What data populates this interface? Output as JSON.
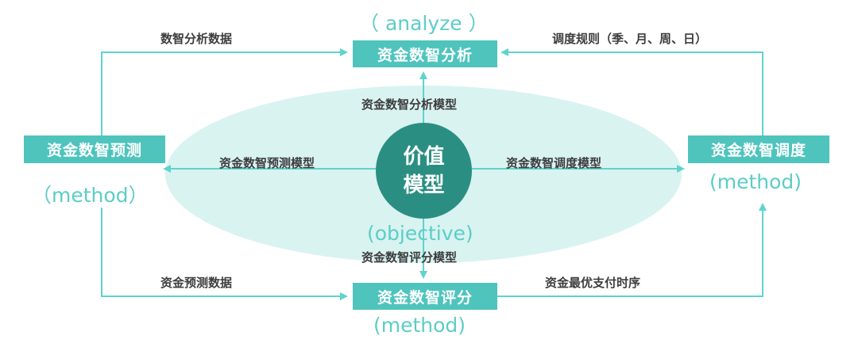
{
  "nodes": {
    "analyze": {
      "label": "资金数智分析",
      "tag": "（ analyze ）"
    },
    "forecast": {
      "label": "资金数智预测",
      "tag": "（method）"
    },
    "schedule": {
      "label": "资金数智调度",
      "tag": "(method)"
    },
    "score": {
      "label": "资金数智评分",
      "tag": "(method)"
    }
  },
  "center": {
    "line1": "价值",
    "line2": "模型",
    "tag": "(objective)"
  },
  "models": {
    "analyze": "资金数智分析模型",
    "forecast": "资金数智预测模型",
    "schedule": "资金数智调度模型",
    "score": "资金数智评分模型"
  },
  "flows": {
    "top_left": "数智分析数据",
    "top_right": "调度规则（季、月、周、日）",
    "bottom_left": "资金预测数据",
    "bottom_right": "资金最优支付时序"
  },
  "colors": {
    "line": "#5fd3cd",
    "box": "#4fc4bd",
    "ellipse": "#d9f3f1",
    "circle": "#2a8f82",
    "label": "#3d3d3d"
  }
}
